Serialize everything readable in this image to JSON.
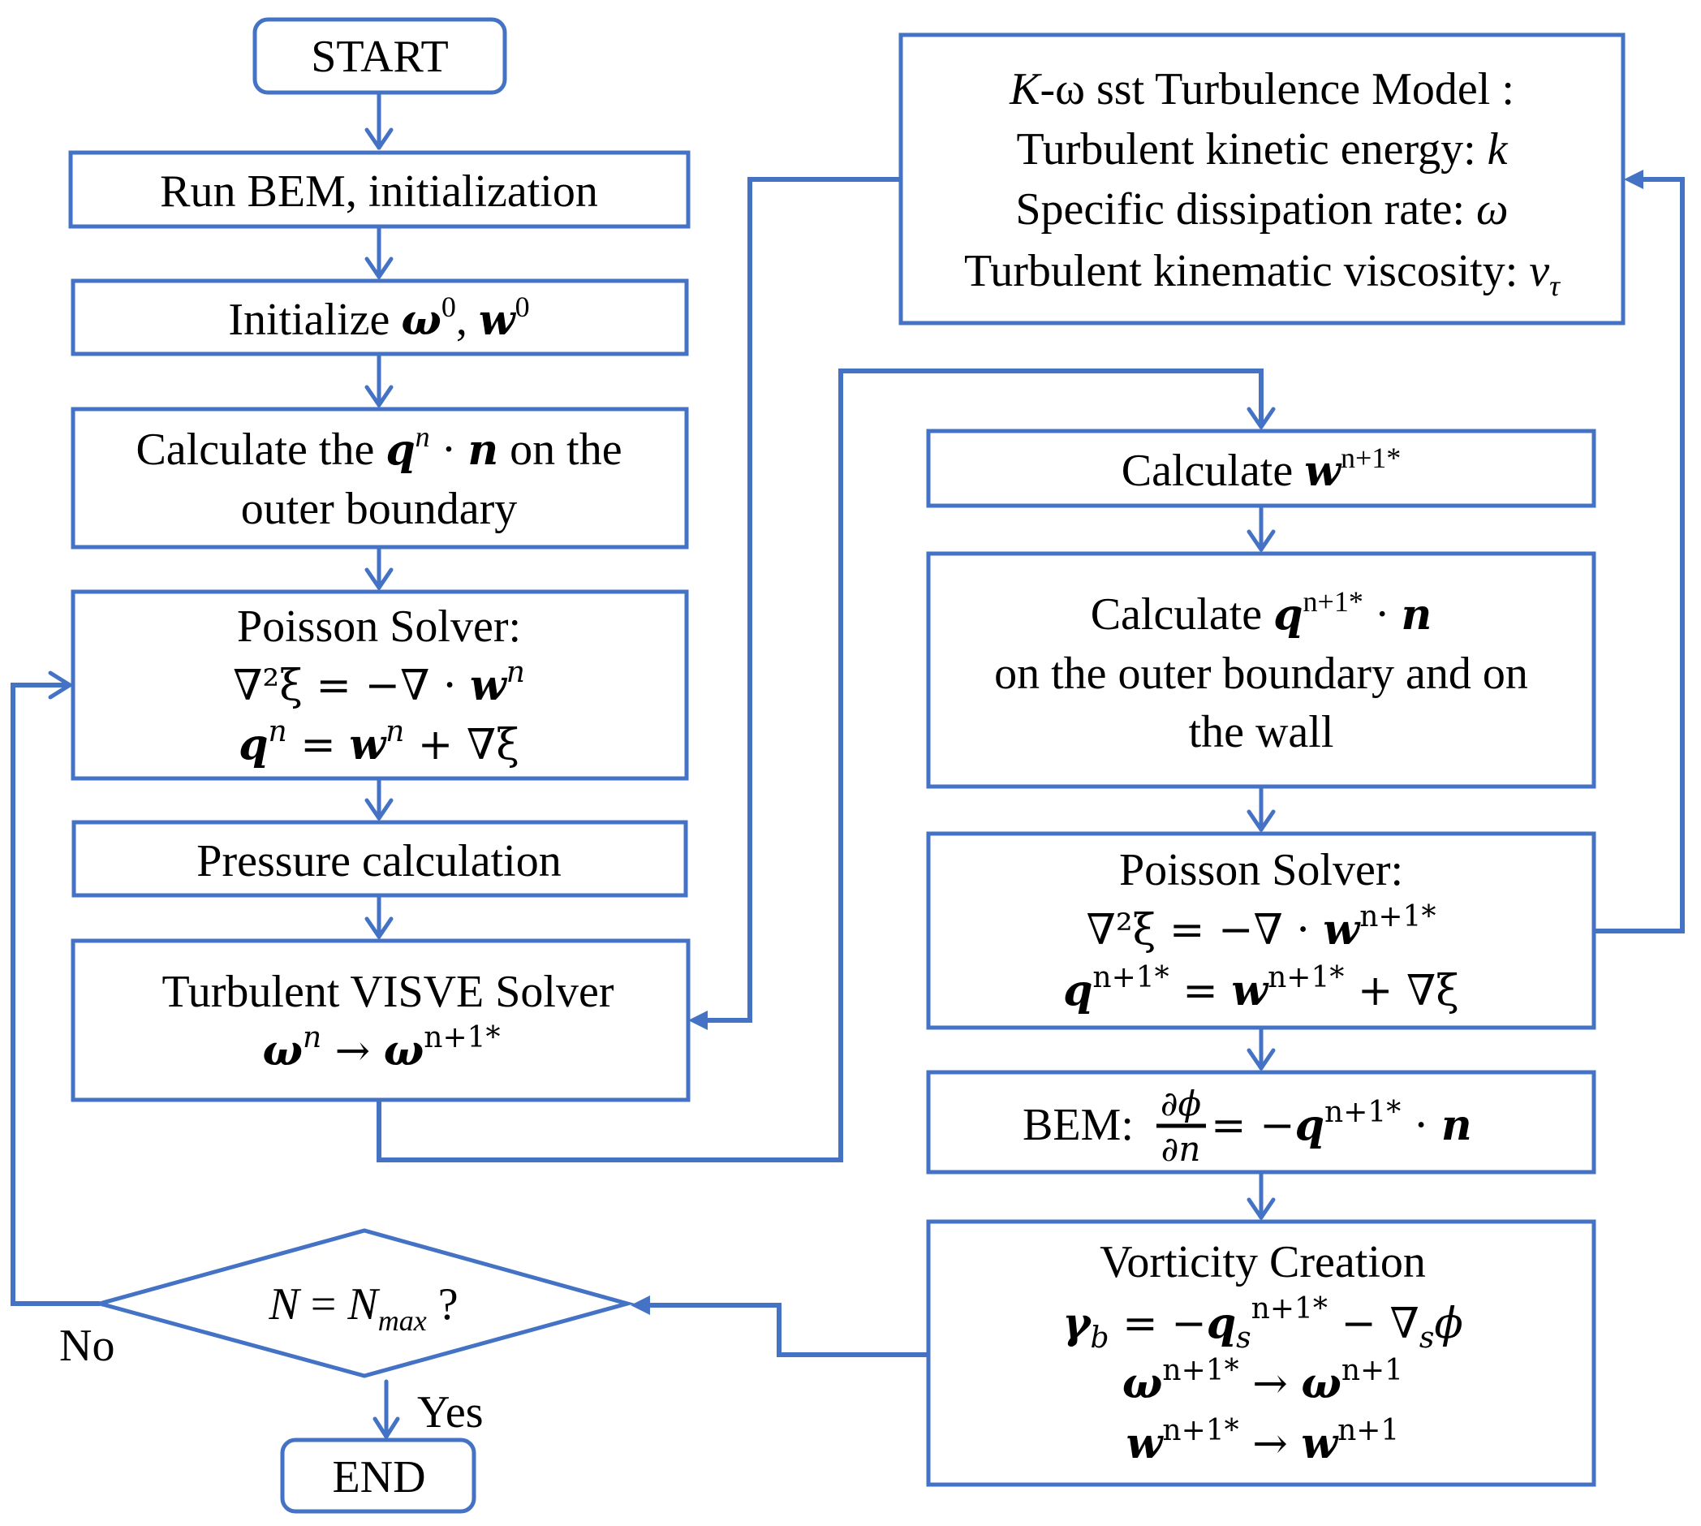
{
  "diagram": {
    "accent_color": "#4472C4",
    "start": {
      "label": "START"
    },
    "end": {
      "label": "END"
    },
    "left_column": {
      "run_bem": {
        "label": "Run BEM, initialization"
      },
      "initialize": {
        "prefix": "Initialize ",
        "omega": "ω",
        "sep": ", ",
        "w": "w",
        "sup": "0"
      },
      "calc_q": {
        "line1_a": "Calculate the ",
        "q": "q",
        "sup_n": "n",
        "dot": " · ",
        "n": "n",
        "line1_b": " on the",
        "line2": "outer boundary"
      },
      "poisson": {
        "title": "Poisson Solver:",
        "eq1_a": "∇²ξ = −∇ · ",
        "eq1_w": "w",
        "eq1_sup": "n",
        "eq2_q": "q",
        "eq2_sup": "n",
        "eq2_mid": " = ",
        "eq2_w": "w",
        "eq2_sup2": "n",
        "eq2_end": " + ∇ξ"
      },
      "pressure": {
        "label": "Pressure calculation"
      },
      "visve": {
        "title": "Turbulent VISVE Solver",
        "omega": "ω",
        "sup_n": "n",
        "arrow": " → ",
        "sup_n1": "n+1*"
      }
    },
    "decision": {
      "N": "N",
      "eq": " = ",
      "Nmax_base": "N",
      "Nmax_sub": "max",
      "q": " ?",
      "no_label": "No",
      "yes_label": "Yes"
    },
    "right_column": {
      "turbulence_model": {
        "line1_k": "K",
        "line1_rest": "-ω sst Turbulence Model :",
        "line2_a": "Turbulent kinetic energy: ",
        "line2_b": "k",
        "line3_a": "Specific dissipation rate: ",
        "line3_b": "ω",
        "line4_a": "Turbulent kinematic viscosity:  ",
        "line4_b": "ν",
        "line4_sub": "τ"
      },
      "calc_w": {
        "prefix": "Calculate ",
        "w": "w",
        "sup": "n+1*"
      },
      "calc_q": {
        "prefix": "Calculate ",
        "q": "q",
        "sup": "n+1*",
        "dot": " · ",
        "n": "n",
        "line2": "on the outer boundary and on",
        "line3": "the wall"
      },
      "poisson": {
        "title": "Poisson Solver:",
        "eq1_a": "∇²ξ = −∇ · ",
        "w": "w",
        "sup": "n+1*",
        "q": "q",
        "mid": " = ",
        "end": " + ∇ξ"
      },
      "bem": {
        "prefix": "BEM: ",
        "num": "∂ϕ",
        "den": "∂n",
        "mid": " = −",
        "q": "q",
        "sup": "n+1*",
        "dot": " · ",
        "n": "n"
      },
      "vorticity": {
        "title": "Vorticity Creation",
        "gamma": "γ",
        "gamma_sub": "b",
        "eq": " = −",
        "q": "q",
        "q_sub": "s",
        "sup": "n+1*",
        "tail": " − ∇",
        "tail_sub": "s",
        "phi": "ϕ",
        "omega": "ω",
        "w": "w",
        "arrow": " → ",
        "sup_a": "n+1*",
        "sup_b": "n+1"
      }
    }
  }
}
